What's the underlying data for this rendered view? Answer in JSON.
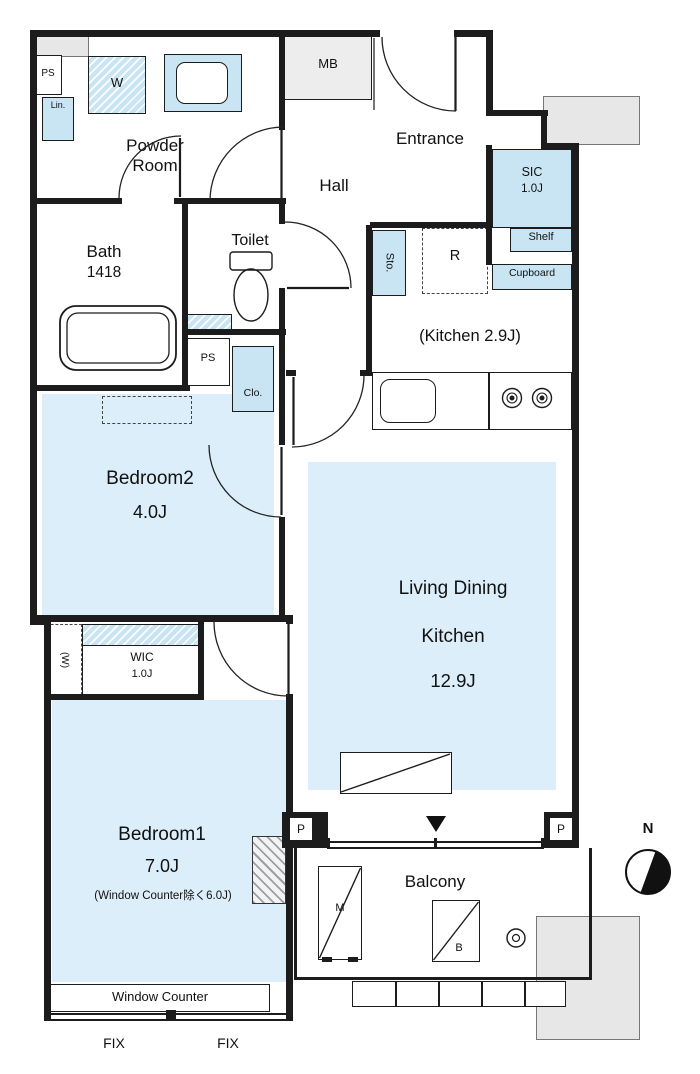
{
  "colors": {
    "wall": "#1c1c1c",
    "room_fill": "#dceef9",
    "fixture_fill": "#c9e5f3",
    "gray_block": "#e7e7e7",
    "mb_fill": "#ededed"
  },
  "rooms": {
    "powder_room": "Powder Room",
    "hall": "Hall",
    "entrance": "Entrance",
    "sic": "SIC",
    "sic_size": "1.0J",
    "bath": "Bath",
    "bath_size": "1418",
    "toilet": "Toilet",
    "kitchen": "(Kitchen 2.9J)",
    "bedroom2": "Bedroom2",
    "bedroom2_size": "4.0J",
    "ldk_line1": "Living Dining",
    "ldk_line2": "Kitchen",
    "ldk_size": "12.9J",
    "wic": "WIC",
    "wic_size": "1.0J",
    "bedroom1": "Bedroom1",
    "bedroom1_size": "7.0J",
    "bedroom1_note": "(Window Counter除く6.0J)",
    "balcony": "Balcony"
  },
  "fixtures": {
    "ps_top": "PS",
    "lin": "Lin.",
    "washer": "W",
    "mb": "MB",
    "shelf": "Shelf",
    "cupboard": "Cupboard",
    "sto": "Sto.",
    "fridge": "R",
    "ps_mid": "PS",
    "closet": "Clo.",
    "washer_future": "(W)",
    "machine_m": "M",
    "machine_b": "B",
    "pillar_left": "P",
    "pillar_right": "P",
    "window_counter": "Window Counter",
    "fix_left": "FIX",
    "fix_right": "FIX",
    "north": "N"
  }
}
